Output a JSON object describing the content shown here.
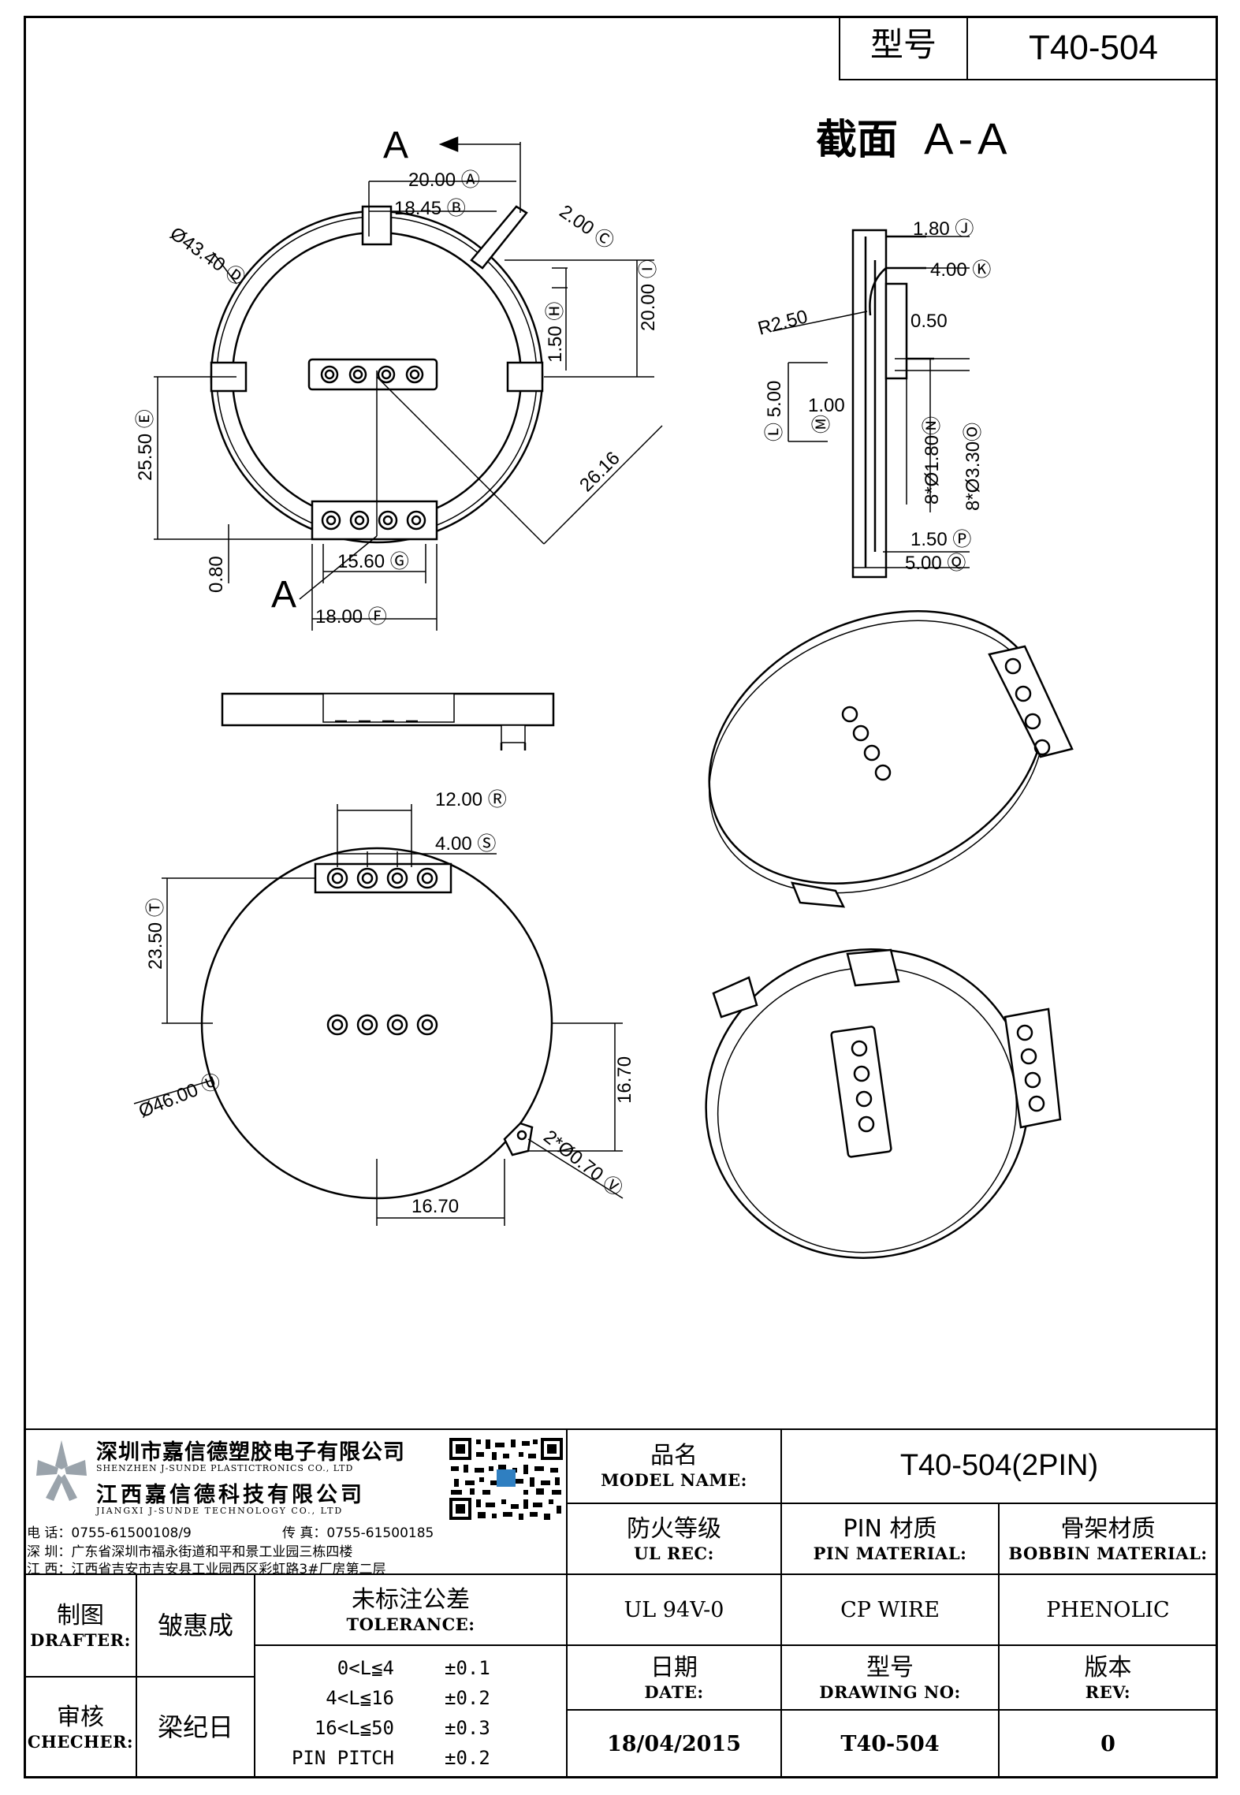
{
  "header": {
    "model_label": "型号",
    "model_value": "T40-504"
  },
  "section_title": {
    "label": "截面",
    "suffix": "A-A"
  },
  "drawing": {
    "section_marks": [
      "A",
      "A"
    ],
    "top_view_dims": [
      "20.00",
      "18.45",
      "2.00",
      "Ø43.40",
      "20.00",
      "1.50",
      "25.50",
      "26.16",
      "0.80",
      "15.60",
      "18.00"
    ],
    "top_view_tags": [
      "A",
      "B",
      "C",
      "D",
      "I",
      "H",
      "E",
      "G",
      "F"
    ],
    "section_dims": [
      "1.80",
      "4.00",
      "R2.50",
      "0.50",
      "5.00",
      "1.00",
      "8*Ø1.80",
      "8*Ø3.30",
      "1.50",
      "5.00"
    ],
    "section_tags": [
      "J",
      "K",
      "L",
      "M",
      "N",
      "O",
      "P",
      "Q"
    ],
    "bottom_view_dims": [
      "12.00",
      "4.00",
      "23.50",
      "Ø46.00",
      "16.70",
      "16.70",
      "2*Ø0.70"
    ],
    "bottom_view_tags": [
      "R",
      "S",
      "T",
      "U",
      "V"
    ]
  },
  "company": {
    "name_cn": "深圳市嘉信德塑胶电子有限公司",
    "name_en": "SHENZHEN J-SUNDE PLASTICTRONICS CO., LTD",
    "name2_cn": "江西嘉信德科技有限公司",
    "name2_en": "JIANGXI J-SUNDE TECHNOLOGY CO., LTD",
    "phone": "电 话：0755-61500108/9",
    "fax": "传 真：0755-61500185",
    "addr_sz": "深 圳：广东省深圳市福永街道和平和景工业园三栋四楼",
    "addr_jx": "江 西：江西省吉安市吉安县工业园西区彩虹路3#厂房第二层"
  },
  "title_block": {
    "model_name_cn": "品名",
    "model_name_en": "MODEL NAME:",
    "model_name_value": "T40-504(2PIN)",
    "ul_cn": "防火等级",
    "ul_en": "UL REC:",
    "ul_value": "UL 94V-0",
    "pin_cn": "PIN 材质",
    "pin_en": "PIN MATERIAL:",
    "pin_value": "CP WIRE",
    "bobbin_cn": "骨架材质",
    "bobbin_en": "BOBBIN MATERIAL:",
    "bobbin_value": "PHENOLIC",
    "date_cn": "日期",
    "date_en": "DATE:",
    "date_value": "18/04/2015",
    "drawing_cn": "型号",
    "drawing_en": "DRAWING NO:",
    "drawing_value": "T40-504",
    "rev_cn": "版本",
    "rev_en": "REV:",
    "rev_value": "0",
    "drafter_cn": "制图",
    "drafter_en": "DRAFTER:",
    "drafter_value": "皱惠成",
    "checker_cn": "审核",
    "checker_en": "CHECHER:",
    "checker_value": "梁纪日",
    "tolerance_cn": "未标注公差",
    "tolerance_en": "TOLERANCE:",
    "tolerances": [
      {
        "range": "0<L≦4",
        "value": "±0.1"
      },
      {
        "range": "4<L≦16",
        "value": "±0.2"
      },
      {
        "range": "16<L≦50",
        "value": "±0.3"
      },
      {
        "range": "PIN PITCH",
        "value": "±0.2"
      }
    ]
  }
}
